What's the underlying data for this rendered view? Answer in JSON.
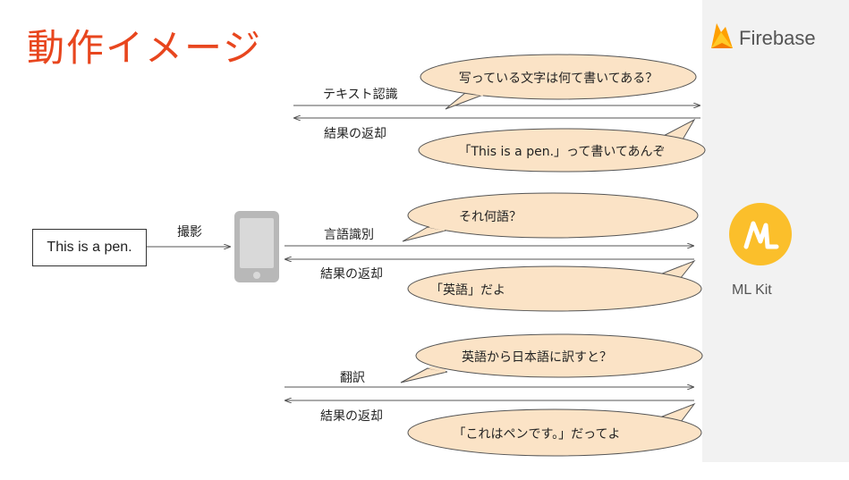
{
  "title": "動作イメージ",
  "firebase": {
    "label": "Firebase"
  },
  "mlkit": {
    "label": "ML Kit"
  },
  "source_text": "This is a pen.",
  "capture_label": "撮影",
  "flows": [
    {
      "request_label": "テキスト認識",
      "request_bubble": "写っている文字は何て書いてある？",
      "response_label": "結果の返却",
      "response_bubble": "「This is a pen.」って書いてあんぞ"
    },
    {
      "request_label": "言語識別",
      "request_bubble": "それ何語？",
      "response_label": "結果の返却",
      "response_bubble": "「英語」だよ"
    },
    {
      "request_label": "翻訳",
      "request_bubble": "英語から日本語に訳すと？",
      "response_label": "結果の返却",
      "response_bubble": "「これはペンです。」だってよ"
    }
  ],
  "colors": {
    "title": "#e8461e",
    "bubble_fill": "#fbe3c6",
    "mlkit_fill": "#fbbf2b",
    "firebase_panel": "#f2f2f2",
    "phone": "#b8b8b8"
  }
}
